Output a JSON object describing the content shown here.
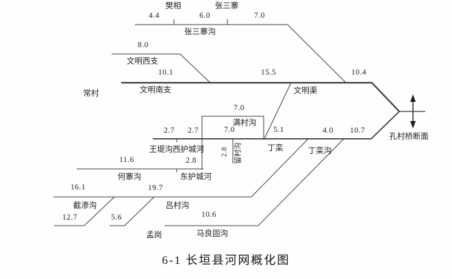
{
  "caption": "6-1 长垣县河网概化图",
  "colors": {
    "line": "#3c3c3c",
    "text": "#1c1c1c",
    "background": "#fefefe"
  },
  "places": {
    "fanxiang": "樊相",
    "zhangsanzhai": "张三寨",
    "changcun": "常村",
    "dingluan": "丁栾",
    "menggang": "孟岗"
  },
  "section": {
    "kongcunqiao": "孔村桥断面"
  },
  "channels": {
    "zhangsanzhaigou": "张三寨沟",
    "wenmingxizhi": "文明西支",
    "wenmingnanzhi": "文明南支",
    "wenmingqu": "文明渠",
    "mancungou": "满村沟",
    "wangdigou": "王堤沟",
    "xihuchenghe": "西护城河",
    "liucungou": "留村沟",
    "dingluangou": "丁栾沟",
    "donghuchenghe": "东护城河",
    "hezhaigou": "何寨沟",
    "jieshengou": "截渗沟",
    "lvcungou": "吕村沟",
    "malianggugou": "马良固沟"
  },
  "lengths": {
    "zhangsanzhai_1": "4.4",
    "zhangsanzhai_2": "6.0",
    "zhangsanzhai_3": "7.0",
    "wenmingxi": "8.0",
    "wenmingnan_1": "10.1",
    "wenmingnan_2": "15.5",
    "wenmingnan_3": "10.4",
    "mancun": "7.0",
    "wangdi": "2.7",
    "xihucheng": "2.7",
    "lower_1": "7.0",
    "lower_2": "5.1",
    "lower_3": "4.0",
    "lower_4": "10.7",
    "liucun_rot": "2.8",
    "donghucheng": "2.8",
    "hezhai": "11.6",
    "jieshen_1": "16.1",
    "jieshen_2": "12.7",
    "lvcun_1": "19.7",
    "lvcun_2": "5.6",
    "maliangu": "10.6"
  }
}
